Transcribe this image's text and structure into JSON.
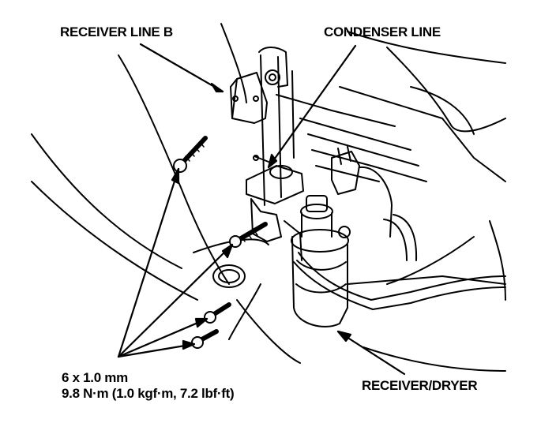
{
  "labels": {
    "receiver_line_b": "RECEIVER LINE B",
    "condenser_line": "CONDENSER LINE",
    "bolt_size": "6 x 1.0 mm",
    "torque": "9.8 N·m (1.0 kgf·m, 7.2 lbf·ft)",
    "receiver_dryer": "RECEIVER/DRYER"
  },
  "colors": {
    "ink": "#000000",
    "paper": "#ffffff"
  }
}
